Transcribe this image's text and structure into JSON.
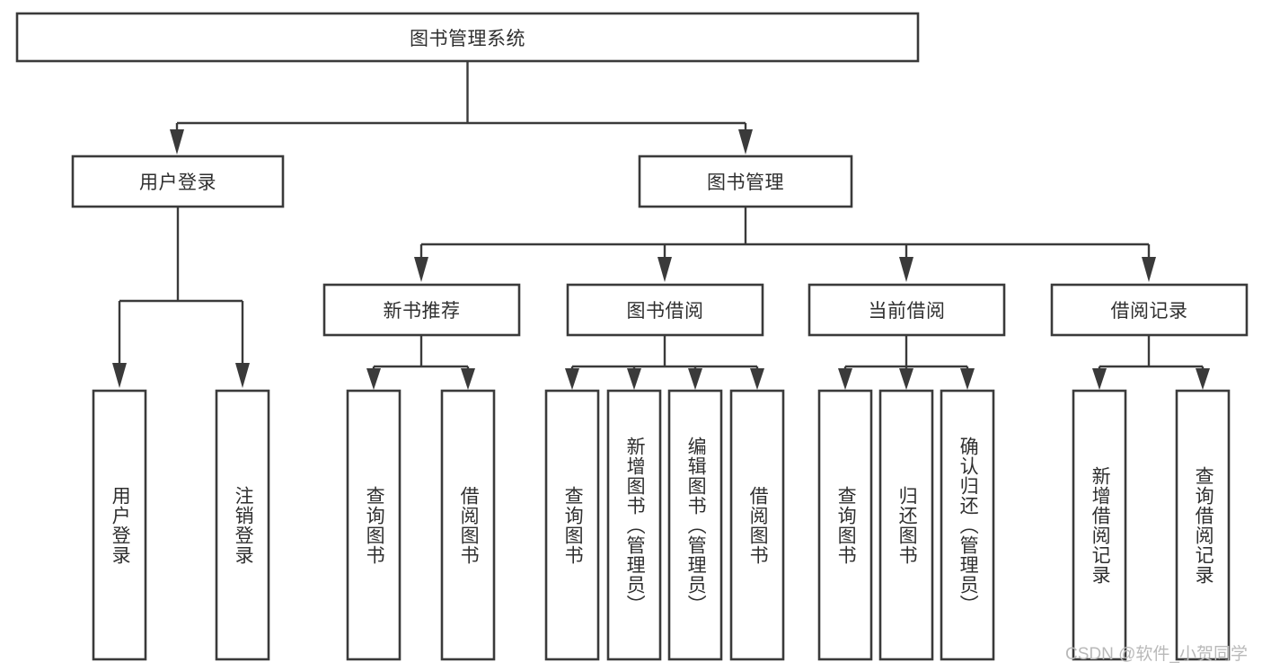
{
  "diagram": {
    "title": "图书管理系统",
    "type": "tree-hierarchy-chart",
    "colors": {
      "stroke": "#3a3a3a",
      "fill": "#ffffff",
      "text": "#2f2f2f",
      "watermark": "#b9b9b9",
      "background": "#ffffff"
    },
    "root": {
      "label": "图书管理系统"
    },
    "level2": [
      {
        "label": "用户登录"
      },
      {
        "label": "图书管理"
      }
    ],
    "level3": [
      {
        "label": "新书推荐"
      },
      {
        "label": "图书借阅"
      },
      {
        "label": "当前借阅"
      },
      {
        "label": "借阅记录"
      }
    ],
    "leaves": {
      "user_login": [
        {
          "label": "用户登录"
        },
        {
          "label": "注销登录"
        }
      ],
      "new_book_recommend": [
        {
          "label": "查询图书"
        },
        {
          "label": "借阅图书"
        }
      ],
      "book_borrow": [
        {
          "label": "查询图书"
        },
        {
          "label": "新增图书（管理员）"
        },
        {
          "label": "编辑图书（管理员）"
        },
        {
          "label": "借阅图书"
        }
      ],
      "current_borrow": [
        {
          "label": "查询图书"
        },
        {
          "label": "归还图书"
        },
        {
          "label": "确认归还（管理员）"
        }
      ],
      "borrow_record": [
        {
          "label": "新增借阅记录"
        },
        {
          "label": "查询借阅记录"
        }
      ]
    }
  },
  "watermark": {
    "text": "CSDN @软件_小贺同学"
  }
}
